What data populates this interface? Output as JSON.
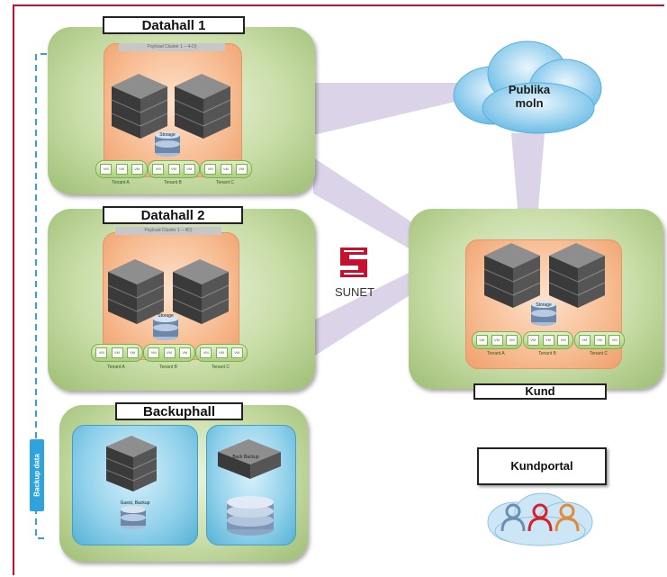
{
  "halls": {
    "dh1": {
      "title": "Datahall 1",
      "cluster": "Payload Cluster 1 – 4-D)",
      "storage": "Storage",
      "tenants": [
        "Tenant A",
        "Tenant B",
        "Tenant C"
      ]
    },
    "dh2": {
      "title": "Datahall 2",
      "cluster": "Payload Cluster 1 – 4D)",
      "storage": "Storage",
      "tenants": [
        "Tenant A",
        "Tenant B",
        "Tenant C"
      ]
    },
    "backup": {
      "title": "Backuphall",
      "left_caption": "Guest, Backup",
      "right_caption": "Back Backup"
    },
    "kund": {
      "title": "Kund",
      "storage": "Storage",
      "tenants": [
        "Tenant A",
        "Tenant B",
        "Tenant C"
      ]
    }
  },
  "vm_label": "VM",
  "cloud": {
    "label": "Publika moln"
  },
  "sunet": {
    "label": "SUNET"
  },
  "backup_data": {
    "label": "Backup data"
  },
  "kundportal": {
    "label": "Kundportal"
  },
  "colors": {
    "frame": "#c8102e",
    "hall": "#b5cf8f",
    "inner": "#f7bc92",
    "cloud": "#7cc5ea",
    "sunet": "#c8102e",
    "dash": "#2ea3dd"
  }
}
